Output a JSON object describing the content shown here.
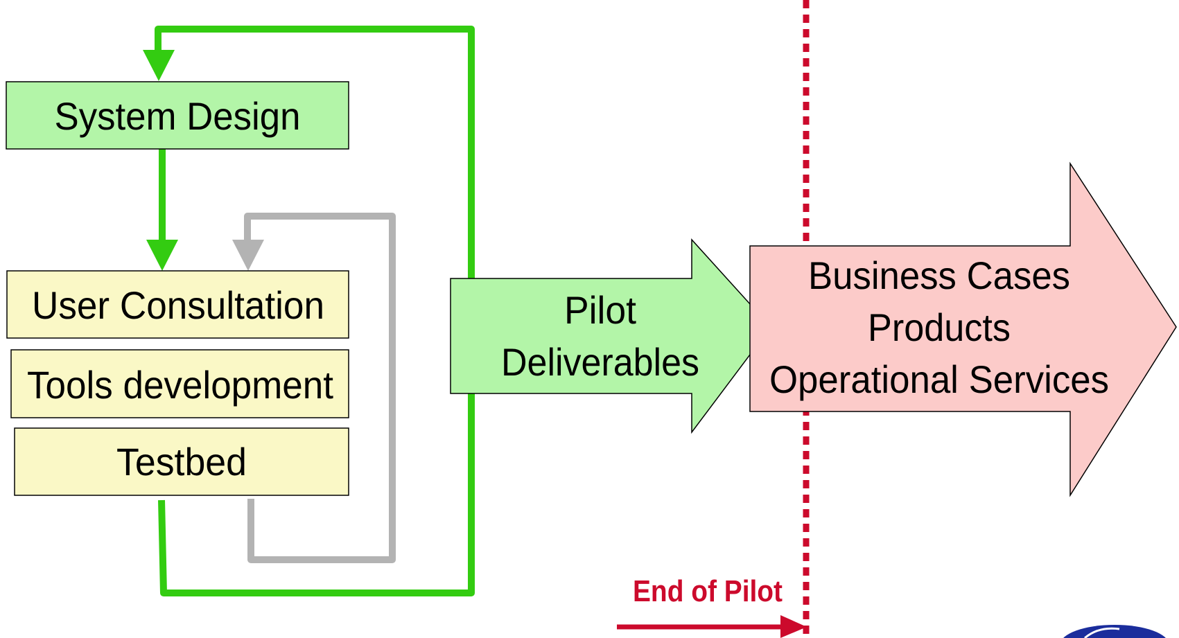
{
  "diagram": {
    "boxes": {
      "system_design": "System Design",
      "user_consultation": "User Consultation",
      "tools_development": "Tools development",
      "testbed": "Testbed"
    },
    "pilot_arrow": {
      "line1": "Pilot",
      "line2": "Deliverables"
    },
    "outcome_arrow": {
      "line1": "Business Cases",
      "line2": "Products",
      "line3": "Operational Services"
    },
    "end_marker": {
      "label": "End of Pilot"
    }
  },
  "colors": {
    "green_box": "#b3f5a8",
    "yellow_box": "#faf8c6",
    "pink_arrow": "#fccbc9",
    "green_line": "#33cc11",
    "gray_line": "#b3b3b3",
    "red": "#cc0a2c"
  }
}
